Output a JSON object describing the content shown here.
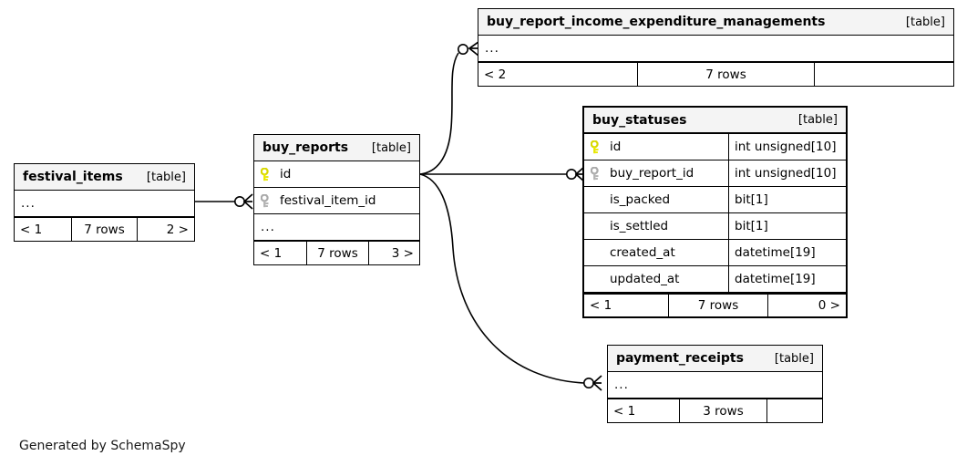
{
  "diagram": {
    "tool": "SchemaSpy",
    "credit": "Generated by SchemaSpy",
    "kind_label": "[table]",
    "ellipsis": "...",
    "colors": {
      "primary_key": "#e8e800",
      "foreign_key": "#b3b3b3",
      "header_bg": "#f4f4f4",
      "border": "#000000",
      "background": "#ffffff"
    }
  },
  "tables": [
    {
      "id": "buy_report_income_expenditure_managements",
      "name": "buy_report_income_expenditure_managements",
      "kind": "[table]",
      "has_ellipsis_row": true,
      "focus": false,
      "columns": [],
      "footer": {
        "left": "< 2",
        "middle": "7 rows",
        "right": ""
      }
    },
    {
      "id": "buy_statuses",
      "name": "buy_statuses",
      "kind": "[table]",
      "has_ellipsis_row": false,
      "focus": true,
      "columns": [
        {
          "name": "id",
          "type": "int unsigned[10]",
          "key": "primary"
        },
        {
          "name": "buy_report_id",
          "type": "int unsigned[10]",
          "key": "foreign"
        },
        {
          "name": "is_packed",
          "type": "bit[1]",
          "key": "none"
        },
        {
          "name": "is_settled",
          "type": "bit[1]",
          "key": "none"
        },
        {
          "name": "created_at",
          "type": "datetime[19]",
          "key": "none"
        },
        {
          "name": "updated_at",
          "type": "datetime[19]",
          "key": "none"
        }
      ],
      "footer": {
        "left": "< 1",
        "middle": "7 rows",
        "right": "0 >"
      }
    },
    {
      "id": "buy_reports",
      "name": "buy_reports",
      "kind": "[table]",
      "has_ellipsis_row": true,
      "focus": false,
      "columns": [
        {
          "name": "id",
          "type": "",
          "key": "primary"
        },
        {
          "name": "festival_item_id",
          "type": "",
          "key": "foreign"
        }
      ],
      "footer": {
        "left": "< 1",
        "middle": "7 rows",
        "right": "3 >"
      }
    },
    {
      "id": "festival_items",
      "name": "festival_items",
      "kind": "[table]",
      "has_ellipsis_row": true,
      "focus": false,
      "columns": [],
      "footer": {
        "left": "< 1",
        "middle": "7 rows",
        "right": "2 >"
      }
    },
    {
      "id": "payment_receipts",
      "name": "payment_receipts",
      "kind": "[table]",
      "has_ellipsis_row": true,
      "focus": false,
      "columns": [],
      "footer": {
        "left": "< 1",
        "middle": "3 rows",
        "right": ""
      }
    }
  ],
  "relationships": [
    {
      "from": "festival_items",
      "to": "buy_reports",
      "notation": "zero-or-many"
    },
    {
      "from": "buy_reports",
      "to": "buy_report_income_expenditure_managements",
      "notation": "zero-or-many"
    },
    {
      "from": "buy_reports",
      "to": "buy_statuses",
      "notation": "zero-or-many"
    },
    {
      "from": "buy_reports",
      "to": "payment_receipts",
      "notation": "zero-or-many"
    }
  ]
}
